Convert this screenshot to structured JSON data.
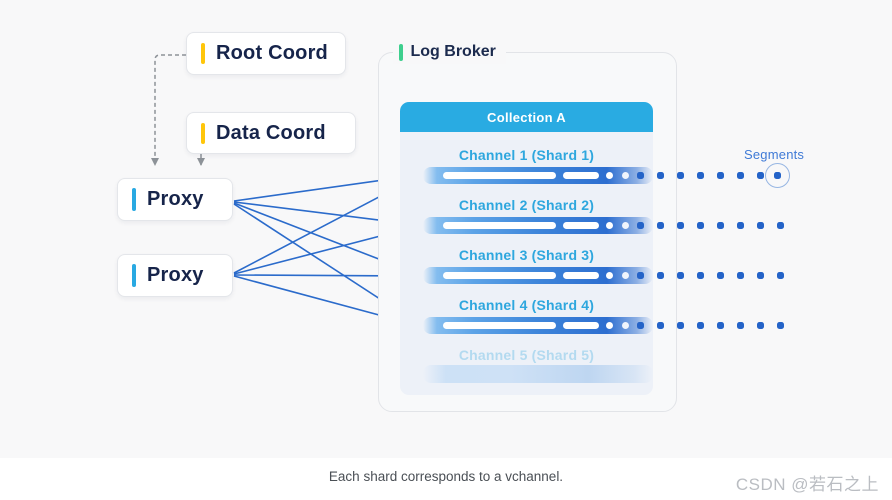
{
  "diagram": {
    "nodes": {
      "root_coord": {
        "label": "Root Coord"
      },
      "data_coord": {
        "label": "Data Coord"
      },
      "proxy_1": {
        "label": "Proxy"
      },
      "proxy_2": {
        "label": "Proxy"
      }
    },
    "log_broker": {
      "label": "Log Broker"
    },
    "collection": {
      "title": "Collection A",
      "channels": [
        {
          "label": "Channel 1 (Shard 1)",
          "faded": false,
          "segment_dots": 8,
          "last_dot_circled": true
        },
        {
          "label": "Channel 2 (Shard 2)",
          "faded": false,
          "segment_dots": 8,
          "last_dot_circled": false
        },
        {
          "label": "Channel 3 (Shard 3)",
          "faded": false,
          "segment_dots": 8,
          "last_dot_circled": false
        },
        {
          "label": "Channel 4 (Shard 4)",
          "faded": false,
          "segment_dots": 8,
          "last_dot_circled": false
        },
        {
          "label": "Channel 5 (Shard 5)",
          "faded": true,
          "segment_dots": 0,
          "last_dot_circled": false
        }
      ]
    },
    "segments_label": "Segments"
  },
  "caption": "Each shard corresponds to a vchannel.",
  "watermark": "CSDN @若石之上",
  "colors": {
    "coord_accent": "#FFC60A",
    "proxy_accent": "#29A9E2",
    "log_broker_accent": "#3ECF8E",
    "collection_header": "#29ABE2",
    "channel_label": "#2EA7DE",
    "segment_dot": "#2463C8",
    "arrow_blue": "#2B6BCB",
    "arrow_gray": "#8D9298",
    "background": "#F8F8F9"
  }
}
